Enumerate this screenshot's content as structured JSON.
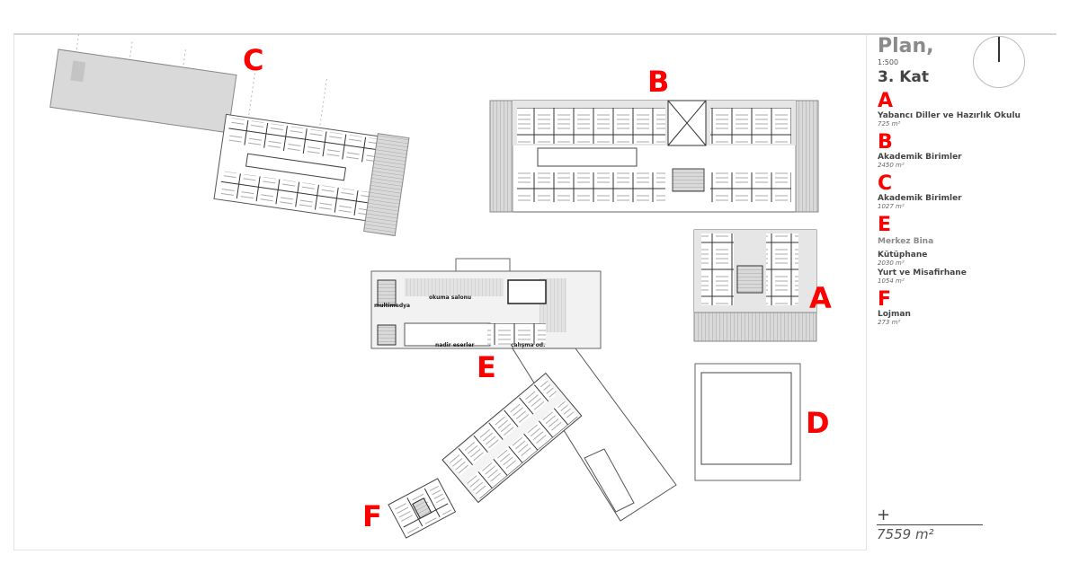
{
  "legend": {
    "title": "Plan,",
    "scale": "1:500",
    "floor": "3. Kat",
    "blocks": [
      {
        "letter": "A",
        "name": "Yabancı Diller ve Hazırlık Okulu",
        "area": "725 m²"
      },
      {
        "letter": "B",
        "name": "Akademik Birimler",
        "area": "2450 m²"
      },
      {
        "letter": "C",
        "name": "Akademik Birimler",
        "area": "1027 m²"
      },
      {
        "letter": "E",
        "group": "Merkez Bina",
        "items": [
          {
            "name": "Kütüphane",
            "area": "2030 m²"
          },
          {
            "name": "Yurt ve Misafirhane",
            "area": "1054 m²"
          }
        ]
      },
      {
        "letter": "F",
        "name": "Lojman",
        "area": "273 m²"
      }
    ],
    "total_area": "7559 m²",
    "total_symbol": "+"
  },
  "plan_labels": {
    "A": "A",
    "B": "B",
    "C": "C",
    "D": "D",
    "E": "E",
    "F": "F"
  },
  "rooms": {
    "reading_room": "okuma salonu",
    "multimedia": "multimedya",
    "rare_books": "nadir eserler",
    "study_room": "çalışma od."
  },
  "colors": {
    "label_red": "#ff0000",
    "slab_gray": "#d9d9d9"
  }
}
